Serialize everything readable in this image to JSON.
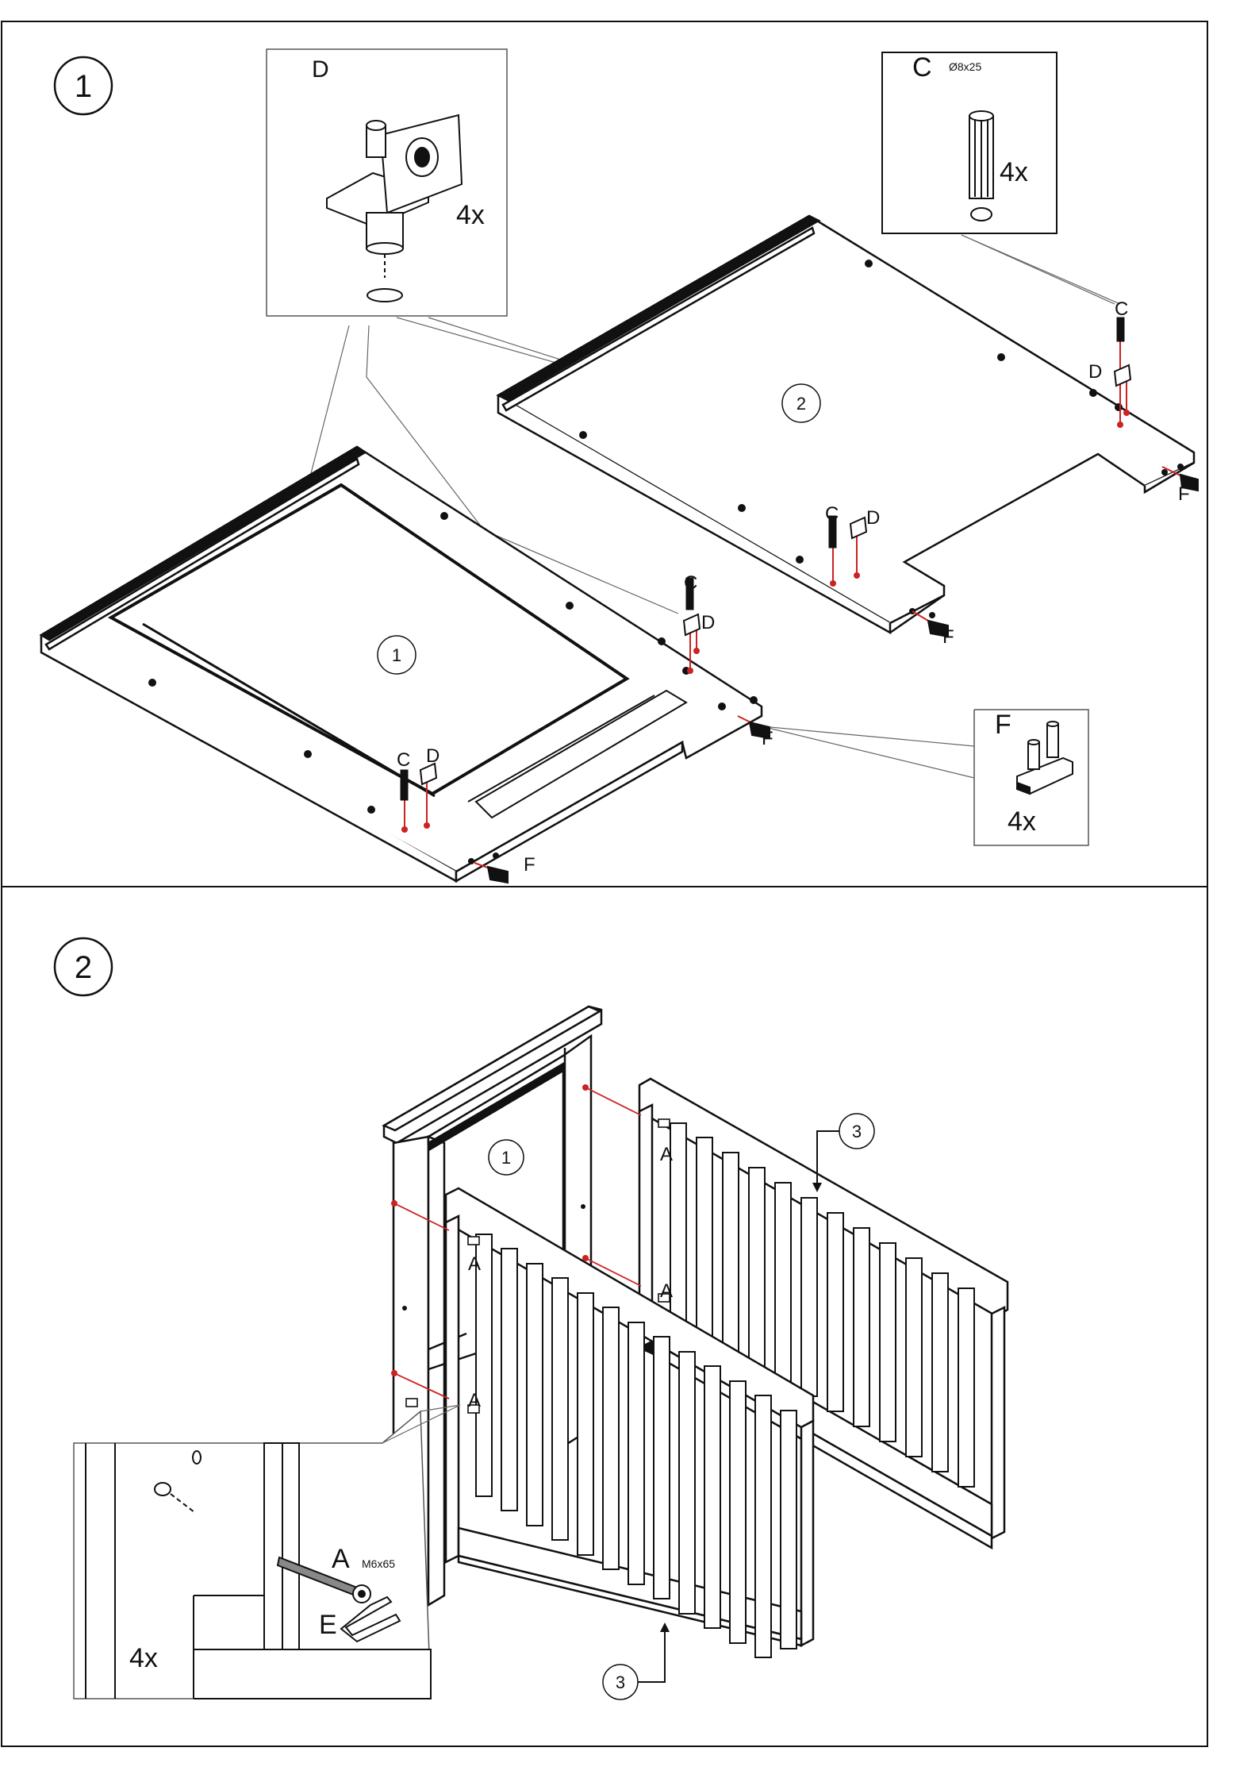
{
  "steps": [
    {
      "number": "1"
    },
    {
      "number": "2"
    }
  ],
  "step1": {
    "detail_D": {
      "letter": "D",
      "qty": "4x"
    },
    "detail_C": {
      "letter": "C",
      "size": "Ø8x25",
      "qty": "4x"
    },
    "detail_F": {
      "letter": "F",
      "qty": "4x"
    },
    "part_numbers": [
      "1",
      "2"
    ],
    "callouts": {
      "C": "C",
      "D": "D",
      "F": "F"
    }
  },
  "step2": {
    "part_numbers": [
      "1",
      "3"
    ],
    "callout_A": "A",
    "detail_A": {
      "letter": "A",
      "size": "M6x65",
      "tool": "E",
      "qty": "4x"
    }
  },
  "colors": {
    "line": "#111111",
    "accent": "#cc2222",
    "paper": "#ffffff"
  }
}
